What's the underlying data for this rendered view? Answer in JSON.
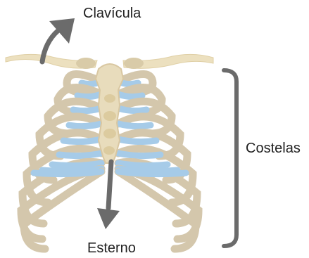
{
  "labels": {
    "clavicle": "Clavícula",
    "ribs": "Costelas",
    "sternum": "Esterno"
  },
  "colors": {
    "bone": "#e8dcbc",
    "bone_dark": "#d9c7a1",
    "rib_bone": "#d4c7ac",
    "cartilage": "#a6cbe8",
    "arrow": "#6b6b6b",
    "text": "#222222"
  }
}
